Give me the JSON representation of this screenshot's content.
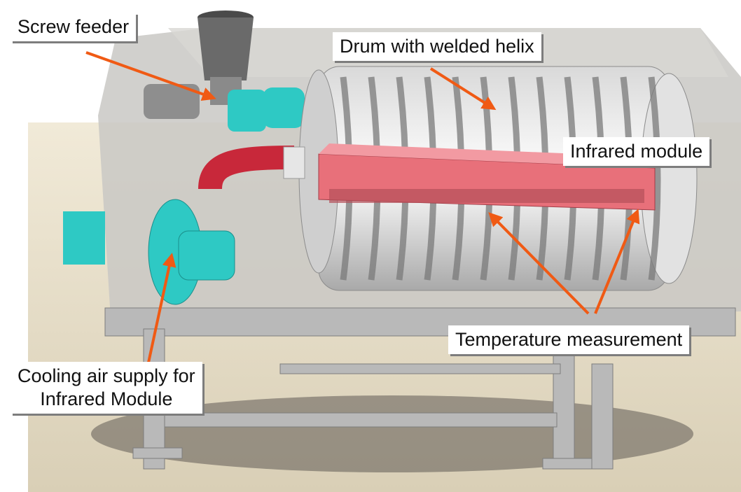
{
  "labels": {
    "screw_feeder": "Screw feeder",
    "drum": "Drum with welded helix",
    "infrared_module": "Infrared module",
    "temperature_measurement": "Temperature measurement",
    "cooling_line1": "Cooling air supply for",
    "cooling_line2": "Infrared Module"
  },
  "colors": {
    "arrow": "#f05a14",
    "infrared_module": "#e8707a",
    "fan_motor": "#2ec9c4",
    "duct": "#c8283a",
    "housing": "#c9c8c4",
    "ground": "#e9dfc7"
  }
}
